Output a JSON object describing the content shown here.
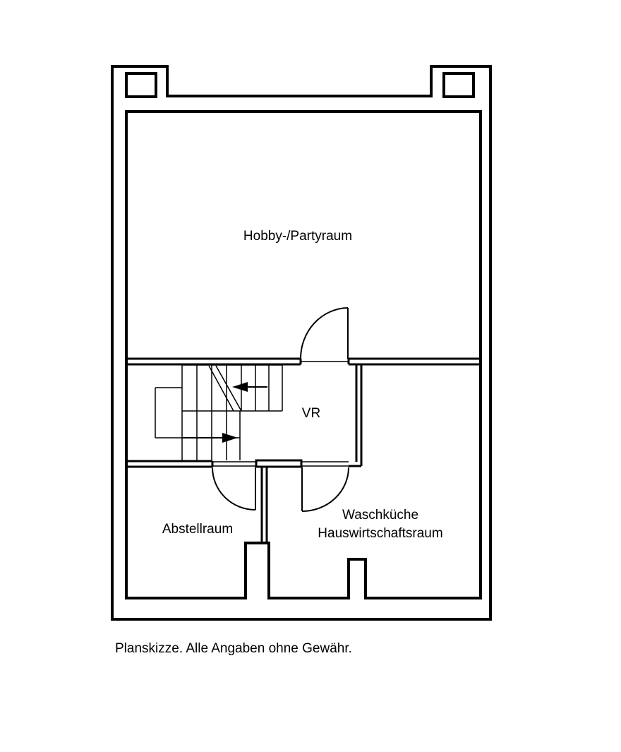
{
  "floorplan": {
    "rooms": {
      "hobby": "Hobby-/Partyraum",
      "vr": "VR",
      "abstell": "Abstellraum",
      "wasch_line1": "Waschküche",
      "wasch_line2": "Hauswirtschaftsraum"
    },
    "caption": "Planskizze. Alle Angaben ohne Gewähr.",
    "colors": {
      "line": "#000000",
      "background": "#ffffff"
    }
  }
}
